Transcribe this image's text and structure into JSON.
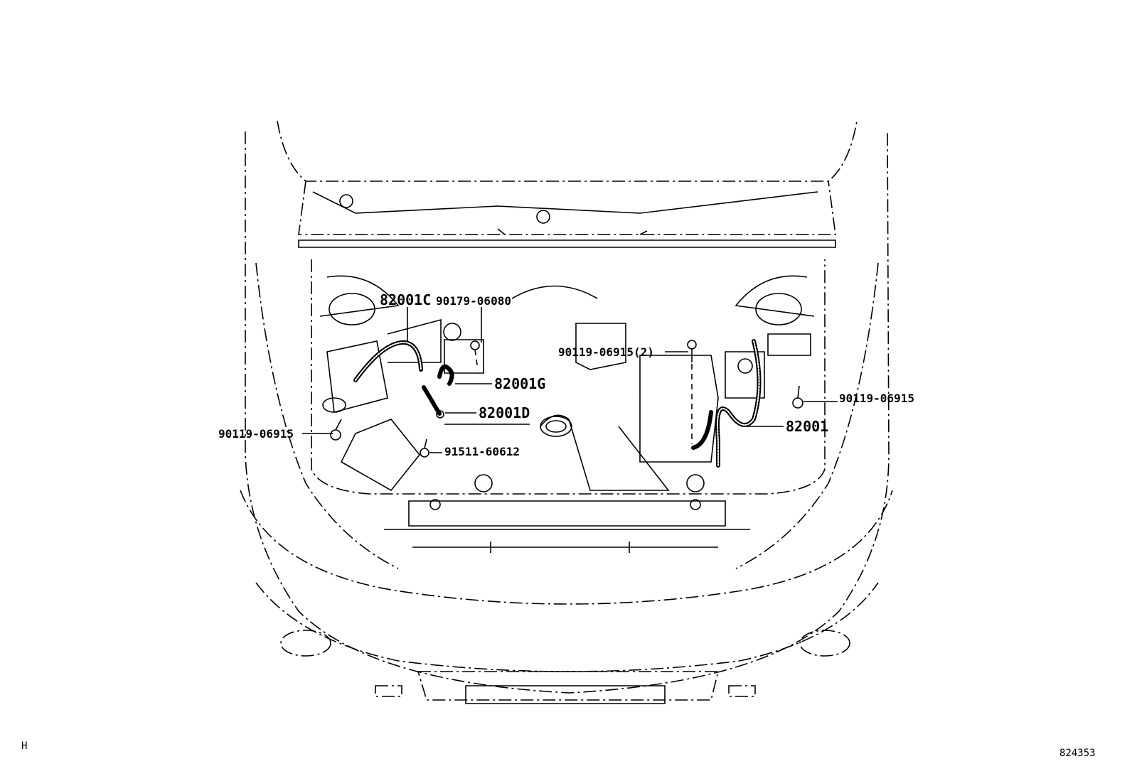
{
  "diagram": {
    "callouts": {
      "harness_82001C": "82001C",
      "clamp_90179_06080": "90179-06080",
      "harness_82001G": "82001G",
      "harness_82001D": "82001D",
      "bolt_left_90119_06915": "90119-06915",
      "clip_91511_60612": "91511-60612",
      "bolt_center_90119_06915_2": "90119-06915(2)",
      "bolt_right_90119_06915": "90119-06915",
      "harness_82001": "82001"
    },
    "corner_code": "H",
    "illustration_number": "824353"
  }
}
